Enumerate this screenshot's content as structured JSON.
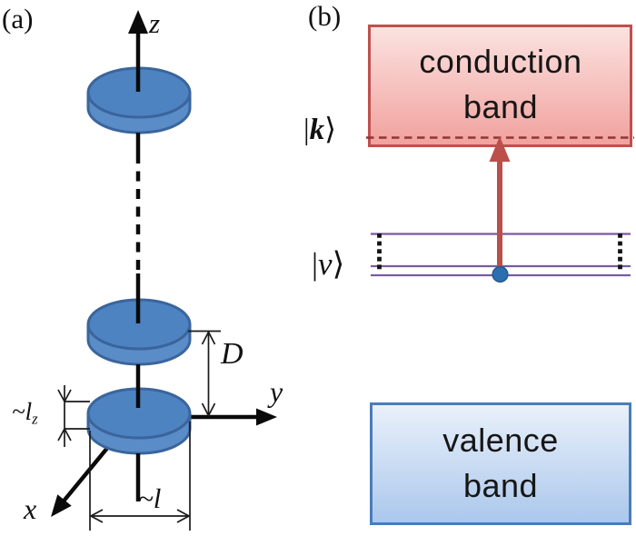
{
  "figure": {
    "panel_a": {
      "label": "(a)",
      "disk_count": 3,
      "axis_labels": {
        "z": "z",
        "y": "y",
        "x": "x"
      },
      "dimension_labels": {
        "interdisk_spacing": "D",
        "disk_width": "~l",
        "disk_thickness_main": "~l",
        "disk_thickness_sub": "z"
      }
    },
    "panel_b": {
      "label": "(b)",
      "conduction_band": {
        "line1": "conduction",
        "line2": "band"
      },
      "valence_band": {
        "line1": "valence",
        "line2": "band"
      },
      "state_k": {
        "open": "|",
        "symbol": "k",
        "close": "⟩"
      },
      "state_nu": {
        "open": "|",
        "symbol": "ν",
        "close": "⟩"
      }
    },
    "colors": {
      "disk_top_fill": "#4e83c2",
      "disk_side_fill": "#5a8cc8",
      "disk_stroke": "#3a659c",
      "axis_black": "#0a0a0a",
      "dimension_line": "#1a1a1a",
      "conduction_border": "#c0504d",
      "conduction_fill_top": "#fbe3e1",
      "conduction_fill_bottom": "#f1a19d",
      "valence_border": "#4a7cba",
      "valence_fill_top": "#eaf1fa",
      "valence_fill_bottom": "#aac7ec",
      "k_level_dashed": "#8f3634",
      "transition_arrow": "#bb4f4a",
      "level_purple": "#7a5aa3",
      "electron_dot_fill": "#2d6fae",
      "electron_dot_stroke": "#235a92",
      "dotted_black": "#141414"
    }
  }
}
